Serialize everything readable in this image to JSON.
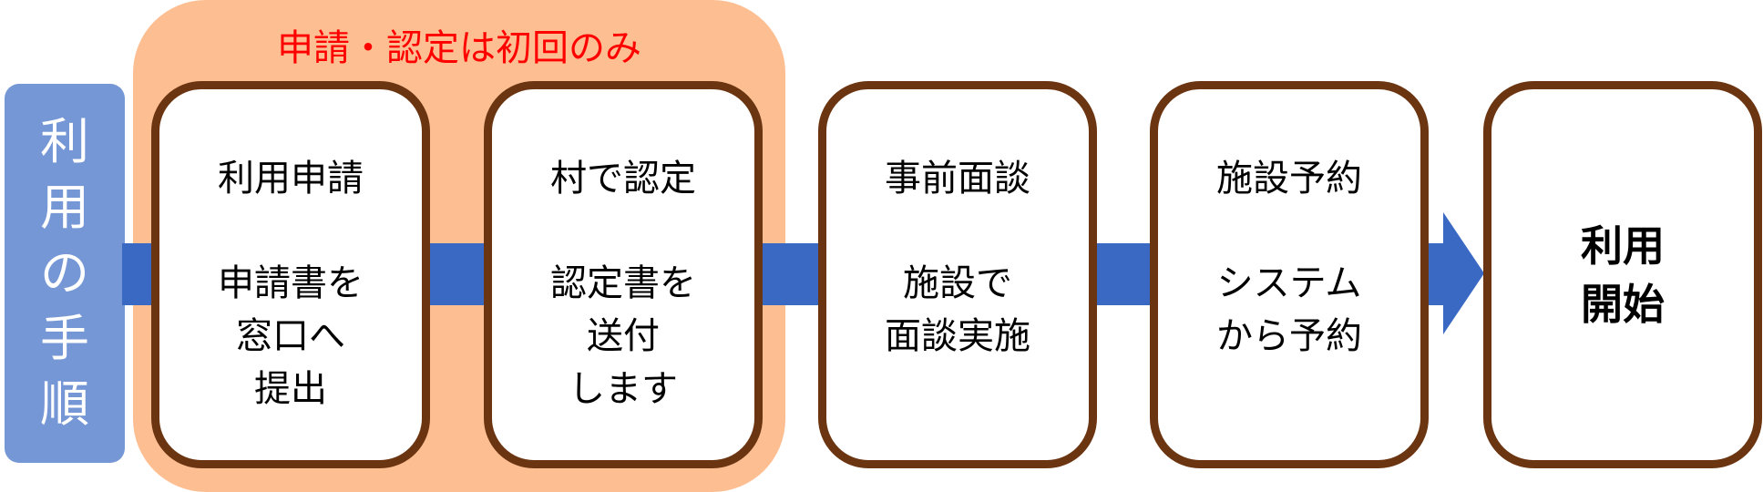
{
  "colors": {
    "sidebar_bg": "#7597D6",
    "group_bg": "#FDBE92",
    "group_title": "#FF0000",
    "box_border": "#6B3511",
    "connector": "#3A69C4"
  },
  "sidebar": {
    "label": "利用の手順",
    "chars": [
      "利",
      "用",
      "の",
      "手",
      "順"
    ]
  },
  "group": {
    "title": "申請・認定は初回のみ"
  },
  "steps": [
    {
      "title": "利用申請",
      "desc": [
        "申請書を",
        "窓口へ",
        "提出"
      ]
    },
    {
      "title": "村で認定",
      "desc": [
        "認定書を",
        "送付",
        "します"
      ]
    },
    {
      "title": "事前面談",
      "desc": [
        "施設で",
        "面談実施"
      ]
    },
    {
      "title": "施設予約",
      "desc": [
        "システム",
        "から予約"
      ]
    }
  ],
  "final_step": {
    "lines": [
      "利用",
      "開始"
    ]
  }
}
